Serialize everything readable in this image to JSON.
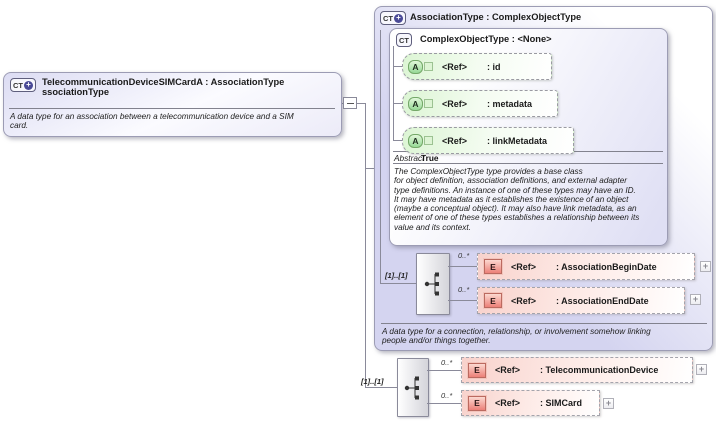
{
  "diagram": {
    "left_class": {
      "title_line1": "TelecommunicationDeviceSIMCardA : AssociationType",
      "title_line2": "ssociationType",
      "doc": "A data type for an association between a telecommunication device and a SIM\ncard."
    },
    "association_type": {
      "title": "AssociationType : ComplexObjectType",
      "doc": "A data type for a connection, relationship, or involvement somehow linking\npeople and/or things together.",
      "base": {
        "title": "ComplexObjectType : <None>",
        "attributes": [
          {
            "ref": "<Ref>",
            "name": ": id"
          },
          {
            "ref": "<Ref>",
            "name": ": metadata"
          },
          {
            "ref": "<Ref>",
            "name": ": linkMetadata"
          }
        ],
        "abstract_label": "Abstract",
        "abstract_value": "True",
        "doc": "The ComplexObjectType type provides a base class\nfor object definition, association definitions, and external adapter\ntype definitions. An instance of one of these types may have an ID.\nIt may have metadata as it establishes the existence of an object\n(maybe a conceptual object). It may also have link metadata, as an\nelement of one of these types establishes a relationship between its\nvalue and its context."
      },
      "sequence": {
        "cardinality": "[1]..[1]",
        "elements": [
          {
            "occurs": "0..*",
            "ref": "<Ref>",
            "name": ": AssociationBeginDate"
          },
          {
            "occurs": "0..*",
            "ref": "<Ref>",
            "name": ": AssociationEndDate"
          }
        ]
      }
    },
    "extension_sequence": {
      "cardinality": "[1]..[1]",
      "elements": [
        {
          "occurs": "0..*",
          "ref": "<Ref>",
          "name": ": TelecommunicationDevice"
        },
        {
          "occurs": "0..*",
          "ref": "<Ref>",
          "name": ": SIMCard"
        }
      ]
    },
    "icons": {
      "complex_type_label": "CT",
      "attribute_label": "A",
      "element_label": "E",
      "expand_glyph": "+",
      "collapse_glyph": "−"
    },
    "colors": {
      "box_lavender": "#d4d4f0",
      "attribute_green": "#96d896",
      "element_red": "#ec8078",
      "plus_circle_blue": "#4a4a97",
      "connector_gray": "#8a8a9a"
    }
  }
}
